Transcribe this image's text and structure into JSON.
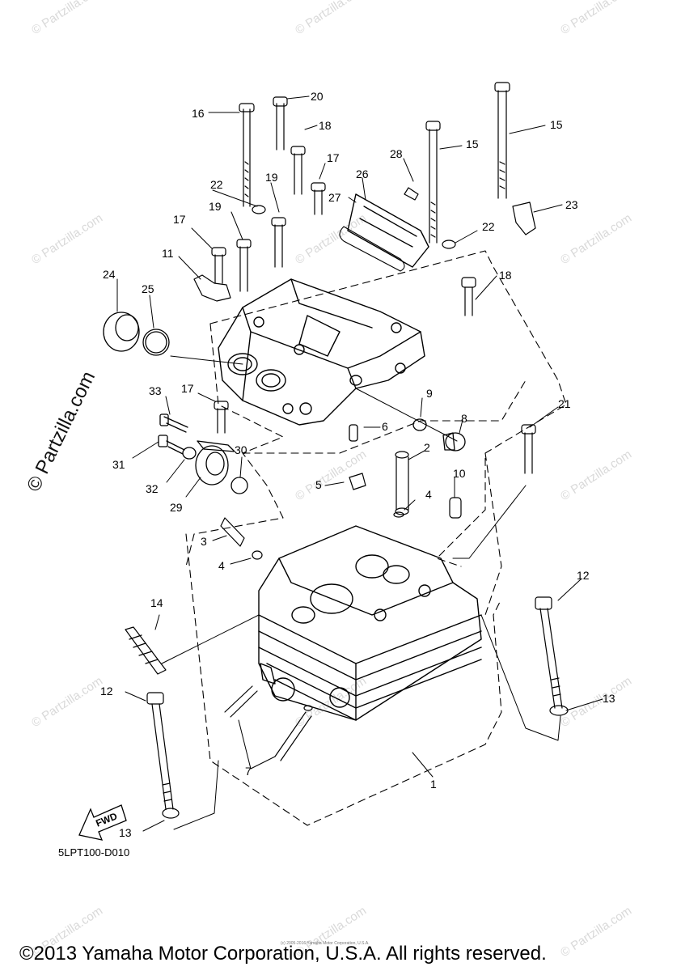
{
  "watermark": "© Partzilla.com",
  "side_watermark": "© Partzilla.com",
  "fwd_label": "FWD",
  "diagram_code": "5LPT100-D010",
  "tiny_copyright": "(c) 2005-2016 Yamaha Motor Corporation, U.S.A.",
  "copyright": "©2013 Yamaha Motor Corporation, U.S.A. All rights reserved.",
  "callouts": [
    "1",
    "2",
    "3",
    "4",
    "4",
    "5",
    "6",
    "7",
    "8",
    "9",
    "10",
    "11",
    "12",
    "12",
    "13",
    "13",
    "14",
    "15",
    "15",
    "16",
    "17",
    "17",
    "17",
    "18",
    "18",
    "19",
    "19",
    "20",
    "21",
    "22",
    "22",
    "23",
    "24",
    "25",
    "26",
    "27",
    "28",
    "29",
    "30",
    "31",
    "32",
    "33"
  ],
  "colors": {
    "ink": "#000000",
    "watermark": "#d9d9d9",
    "background": "#ffffff"
  }
}
